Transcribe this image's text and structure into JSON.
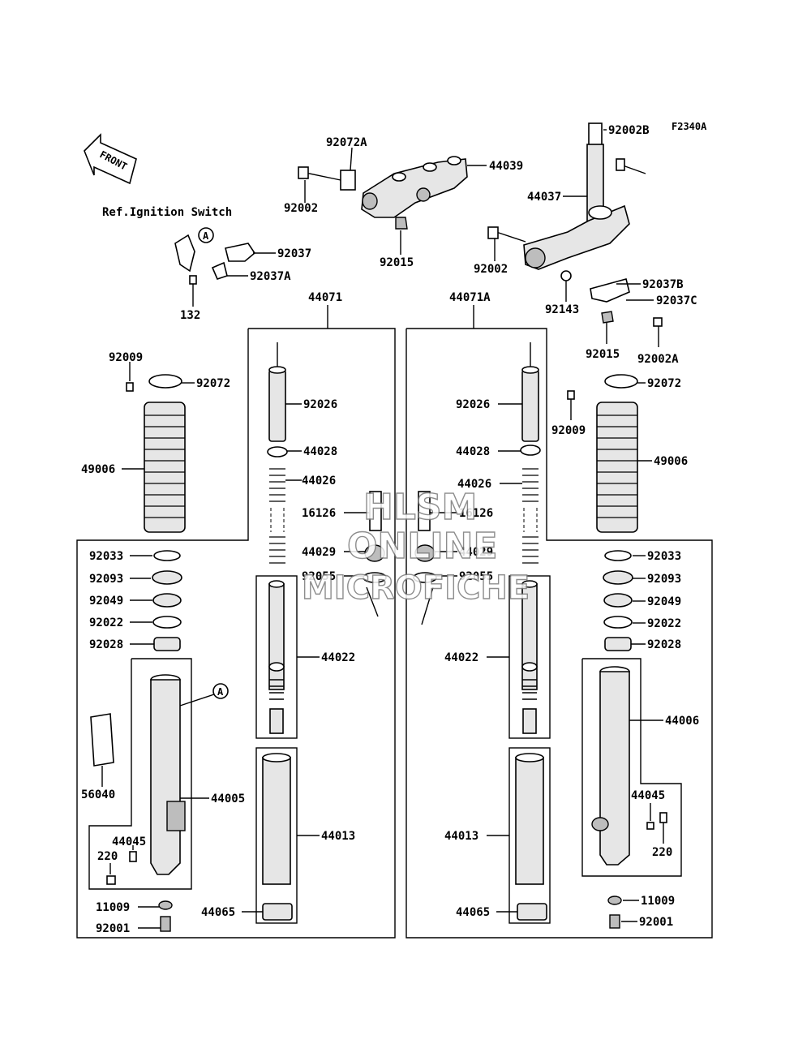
{
  "figure_code": "F2340A",
  "front_label": "FRONT",
  "ref_text": "Ref.Ignition Switch",
  "ref_marker": "A",
  "watermark": [
    "HLSM",
    "ONLINE",
    "MICROFICHE"
  ],
  "assembly_labels": {
    "left": "44071",
    "right": "44071A"
  },
  "top_parts": {
    "p92072A": "92072A",
    "p44039": "44039",
    "p92002_l": "92002",
    "p92015_l": "92015",
    "p92002B": "92002B",
    "p44037": "44037",
    "p92002_r": "92002",
    "p92143": "92143",
    "p92037B": "92037B",
    "p92037C": "92037C",
    "p92015_r": "92015",
    "p92002A": "92002A",
    "p92037": "92037",
    "p92037A": "92037A",
    "p132": "132"
  },
  "left_parts": {
    "p92009": "92009",
    "p92072": "92072",
    "p49006": "49006",
    "p92033": "92033",
    "p92093": "92093",
    "p92049": "92049",
    "p92022": "92022",
    "p92028": "92028",
    "p56040": "56040",
    "p44005": "44005",
    "p44045": "44045",
    "p220": "220",
    "p11009": "11009",
    "p92001": "92001",
    "p92026": "92026",
    "p44028": "44028",
    "p44026": "44026",
    "p16126": "16126",
    "p44029": "44029",
    "p92055": "92055",
    "p44022": "44022",
    "p44013": "44013",
    "p44065": "44065"
  },
  "right_parts": {
    "p92072": "92072",
    "p92009": "92009",
    "p49006": "49006",
    "p92026": "92026",
    "p44028": "44028",
    "p44026": "44026",
    "p16126": "16126",
    "p44029": "44029",
    "p92055": "92055",
    "p44022": "44022",
    "p44013": "44013",
    "p44065": "44065",
    "p92033": "92033",
    "p92093": "92093",
    "p92049": "92049",
    "p92022": "92022",
    "p92028": "92028",
    "p44006": "44006",
    "p44045": "44045",
    "p220": "220",
    "p11009": "11009",
    "p92001": "92001"
  }
}
